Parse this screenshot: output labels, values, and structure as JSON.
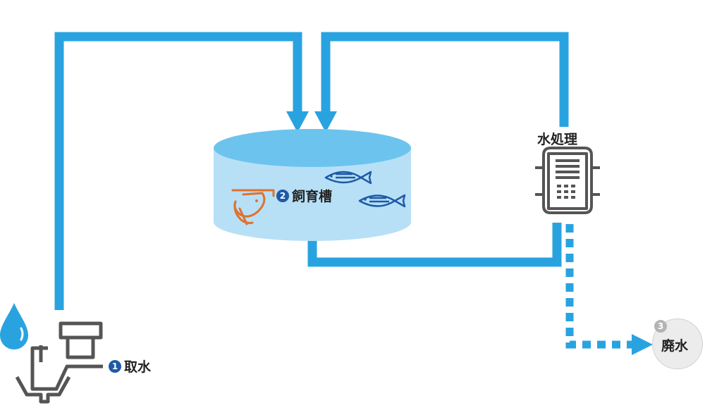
{
  "colors": {
    "pipe": "#29a3e0",
    "tank_top": "#6cc4ee",
    "tank_body": "#b7e0f7",
    "outline": "#555555",
    "shrimp": "#e0712c",
    "fish": "#1f5aa6",
    "badge_primary": "#1f5aa6",
    "badge_muted": "#b4b4b4",
    "drop": "#29a3e0"
  },
  "icons": [
    "water-drop-icon",
    "intake-facility-icon",
    "shrimp-icon",
    "fish-icon",
    "water-treatment-icon"
  ],
  "nodes": {
    "intake": {
      "number": "1",
      "label": "取水"
    },
    "tank": {
      "number": "2",
      "label": "飼育槽"
    },
    "treatment": {
      "label": "水処理"
    },
    "waste": {
      "number": "3",
      "label": "廃水"
    }
  }
}
